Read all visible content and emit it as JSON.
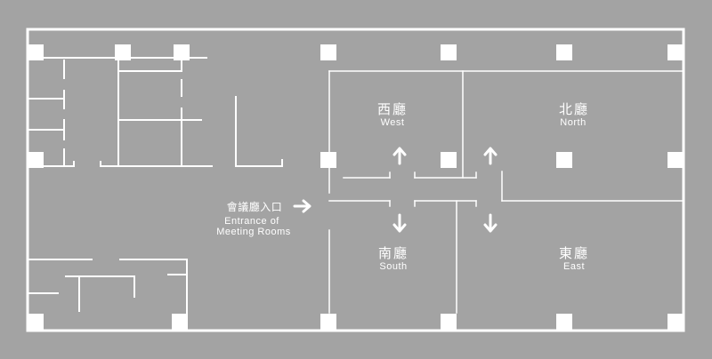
{
  "rooms": {
    "west": {
      "zh": "西廳",
      "en": "West"
    },
    "north": {
      "zh": "北廳",
      "en": "North"
    },
    "south": {
      "zh": "南廳",
      "en": "South"
    },
    "east": {
      "zh": "東廳",
      "en": "East"
    }
  },
  "entrance": {
    "zh": "會議廳入口",
    "en_line1": "Entrance of",
    "en_line2": "Meeting Rooms"
  },
  "colors": {
    "background": "#a3a3a3",
    "walls": "#ffffff"
  }
}
